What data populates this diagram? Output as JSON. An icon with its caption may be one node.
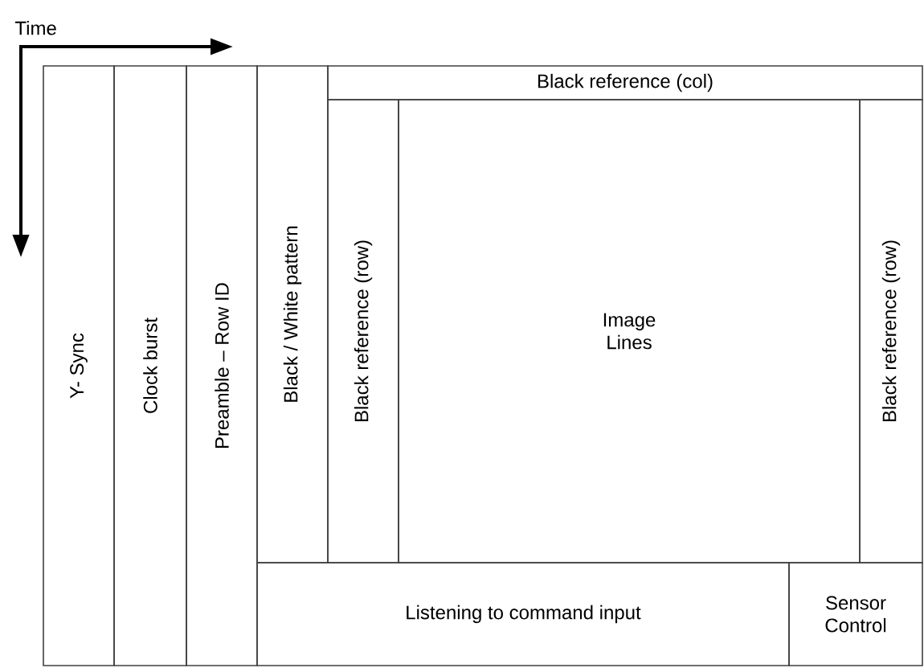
{
  "diagram": {
    "nodes": [
      {
        "text": [
          "Y- Sync"
        ]
      },
      {
        "text": [
          "Clock burst"
        ]
      },
      {
        "text": [
          "Preamble – Row ID"
        ]
      },
      {
        "text": [
          "Black / White pattern"
        ]
      },
      {
        "text": [
          "Black reference (col)"
        ]
      },
      {
        "text": [
          "Black reference (row)"
        ]
      },
      {
        "text": [
          "Image Lines"
        ]
      },
      {
        "text": [
          "Black reference (row)"
        ]
      },
      {
        "text": [
          "Listening to command input"
        ]
      },
      {
        "text": [
          "Sensor Control"
        ]
      }
    ],
    "labels": [
      "Time"
    ]
  }
}
